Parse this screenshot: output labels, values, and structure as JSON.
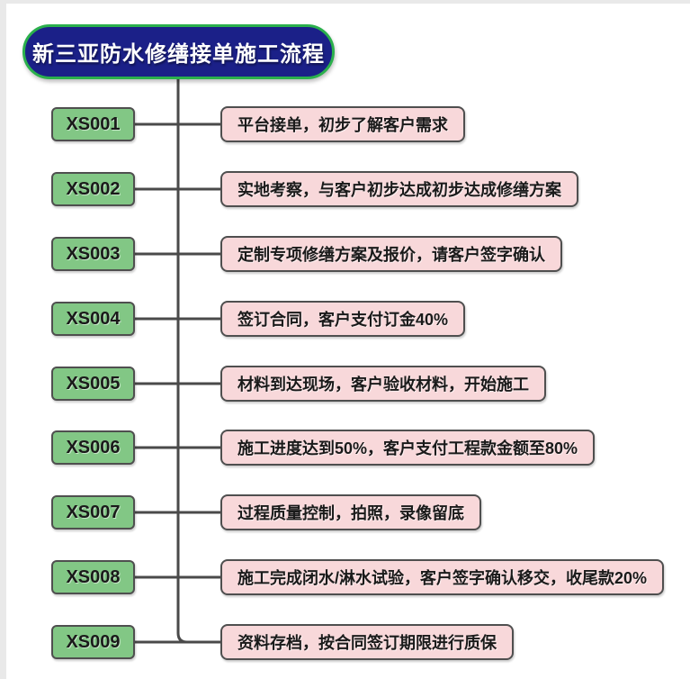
{
  "title": {
    "text": "新三亚防水修缮接单施工流程"
  },
  "flow": {
    "steps": [
      {
        "code": "XS001",
        "label": "平台接单，初步了解客户需求"
      },
      {
        "code": "XS002",
        "label": "实地考察，与客户初步达成初步达成修缮方案"
      },
      {
        "code": "XS003",
        "label": "定制专项修缮方案及报价，请客户签字确认"
      },
      {
        "code": "XS004",
        "label": "签订合同，客户支付订金40%"
      },
      {
        "code": "XS005",
        "label": "材料到达现场，客户验收材料，开始施工"
      },
      {
        "code": "XS006",
        "label": "施工进度达到50%，客户支付工程款金额至80%"
      },
      {
        "code": "XS007",
        "label": "过程质量控制，拍照，录像留底"
      },
      {
        "code": "XS008",
        "label": "施工完成闭水/淋水试验，客户签字确认移交，收尾款20%"
      },
      {
        "code": "XS009",
        "label": "资料存档，按合同签订期限进行质保"
      }
    ]
  },
  "colors": {
    "background": "#e9e9e9",
    "canvas": "#ffffff",
    "pill_fill": "#1b2088",
    "pill_border": "#2bb04c",
    "pill_text": "#ffffff",
    "step_fill": "#82c785",
    "desc_fill": "#f8d8da",
    "box_border": "#4f4f4f",
    "line": "#4a4a4a",
    "text": "#1a1a1a"
  }
}
